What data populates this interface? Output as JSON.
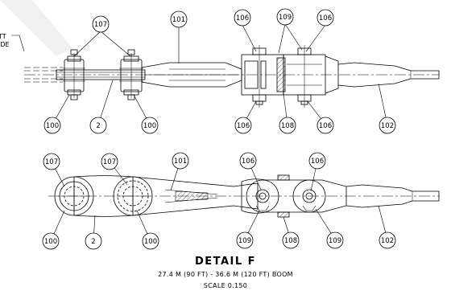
{
  "drawing": {
    "edge_note": [
      "TT",
      "IDE"
    ],
    "detail_title": "DETAIL F",
    "detail_subtitle": "27.4 M (90 FT) - 36.6 M (120 FT) BOOM",
    "scale": "SCALE 0.150"
  },
  "callouts": {
    "top": [
      {
        "id": "c-t-107",
        "label": "107"
      },
      {
        "id": "c-t-101",
        "label": "101"
      },
      {
        "id": "c-t-106a",
        "label": "106"
      },
      {
        "id": "c-t-109",
        "label": "109"
      },
      {
        "id": "c-t-106b",
        "label": "106"
      },
      {
        "id": "c-t-100a",
        "label": "100"
      },
      {
        "id": "c-t-2",
        "label": "2"
      },
      {
        "id": "c-t-100b",
        "label": "100"
      },
      {
        "id": "c-t-106c",
        "label": "106"
      },
      {
        "id": "c-t-108",
        "label": "108"
      },
      {
        "id": "c-t-106d",
        "label": "106"
      },
      {
        "id": "c-t-102",
        "label": "102"
      }
    ],
    "bottom": [
      {
        "id": "c-b-107a",
        "label": "107"
      },
      {
        "id": "c-b-107b",
        "label": "107"
      },
      {
        "id": "c-b-101",
        "label": "101"
      },
      {
        "id": "c-b-106a",
        "label": "106"
      },
      {
        "id": "c-b-106b",
        "label": "106"
      },
      {
        "id": "c-b-100a",
        "label": "100"
      },
      {
        "id": "c-b-2",
        "label": "2"
      },
      {
        "id": "c-b-100b",
        "label": "100"
      },
      {
        "id": "c-b-109a",
        "label": "109"
      },
      {
        "id": "c-b-108",
        "label": "108"
      },
      {
        "id": "c-b-109b",
        "label": "109"
      },
      {
        "id": "c-b-102",
        "label": "102"
      }
    ]
  }
}
